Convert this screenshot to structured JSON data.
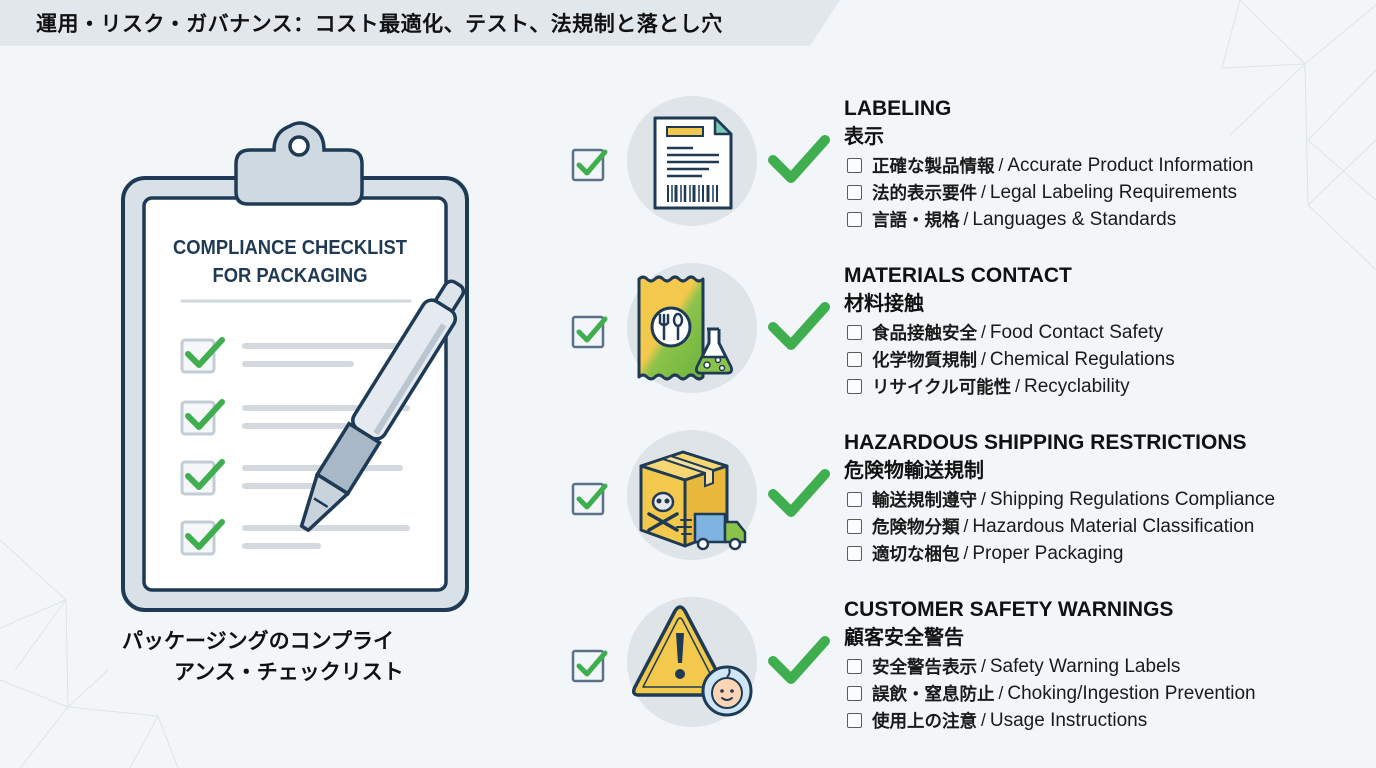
{
  "header": {
    "title": "運用・リスク・ガバナンス：コスト最適化、テスト、法規制と落とし穴"
  },
  "clipboard": {
    "heading_line1": "COMPLIANCE CHECKLIST",
    "heading_line2": "FOR PACKAGING",
    "checked_items": 4,
    "caption_line1": "パッケージングのコンプライ",
    "caption_line2": "アンス・チェックリスト"
  },
  "colors": {
    "background": "#f2f6f8",
    "banner": "#e1e7eb",
    "navy": "#1e3a54",
    "check_green": "#3fae4f",
    "icon_circle": "#dfe4e9",
    "yellow": "#f2c94c"
  },
  "sections": [
    {
      "icon": "label-document-barcode-icon",
      "title_en": "LABELING",
      "title_ja": "表示",
      "items": [
        {
          "ja": "正確な製品情報",
          "en": "Accurate Product Information"
        },
        {
          "ja": "法的表示要件",
          "en": "Legal Labeling Requirements"
        },
        {
          "ja": "言語・規格",
          "en": "Languages & Standards"
        }
      ]
    },
    {
      "icon": "food-package-flask-icon",
      "title_en": "MATERIALS CONTACT",
      "title_ja": "材料接触",
      "items": [
        {
          "ja": "食品接触安全",
          "en": "Food Contact Safety"
        },
        {
          "ja": "化学物質規制",
          "en": "Chemical Regulations"
        },
        {
          "ja": "リサイクル可能性",
          "en": "Recyclability"
        }
      ]
    },
    {
      "icon": "hazard-box-truck-icon",
      "title_en": "HAZARDOUS SHIPPING RESTRICTIONS",
      "title_ja": "危険物輸送規制",
      "items": [
        {
          "ja": "輸送規制遵守",
          "en": "Shipping Regulations Compliance"
        },
        {
          "ja": "危険物分類",
          "en": "Hazardous Material Classification"
        },
        {
          "ja": "適切な梱包",
          "en": "Proper Packaging"
        }
      ]
    },
    {
      "icon": "warning-triangle-baby-icon",
      "title_en": "CUSTOMER SAFETY WARNINGS",
      "title_ja": "顧客安全警告",
      "items": [
        {
          "ja": "安全警告表示",
          "en": "Safety Warning Labels"
        },
        {
          "ja": "誤飲・窒息防止",
          "en": "Choking/Ingestion Prevention"
        },
        {
          "ja": "使用上の注意",
          "en": "Usage Instructions"
        }
      ]
    }
  ],
  "separator": "/"
}
